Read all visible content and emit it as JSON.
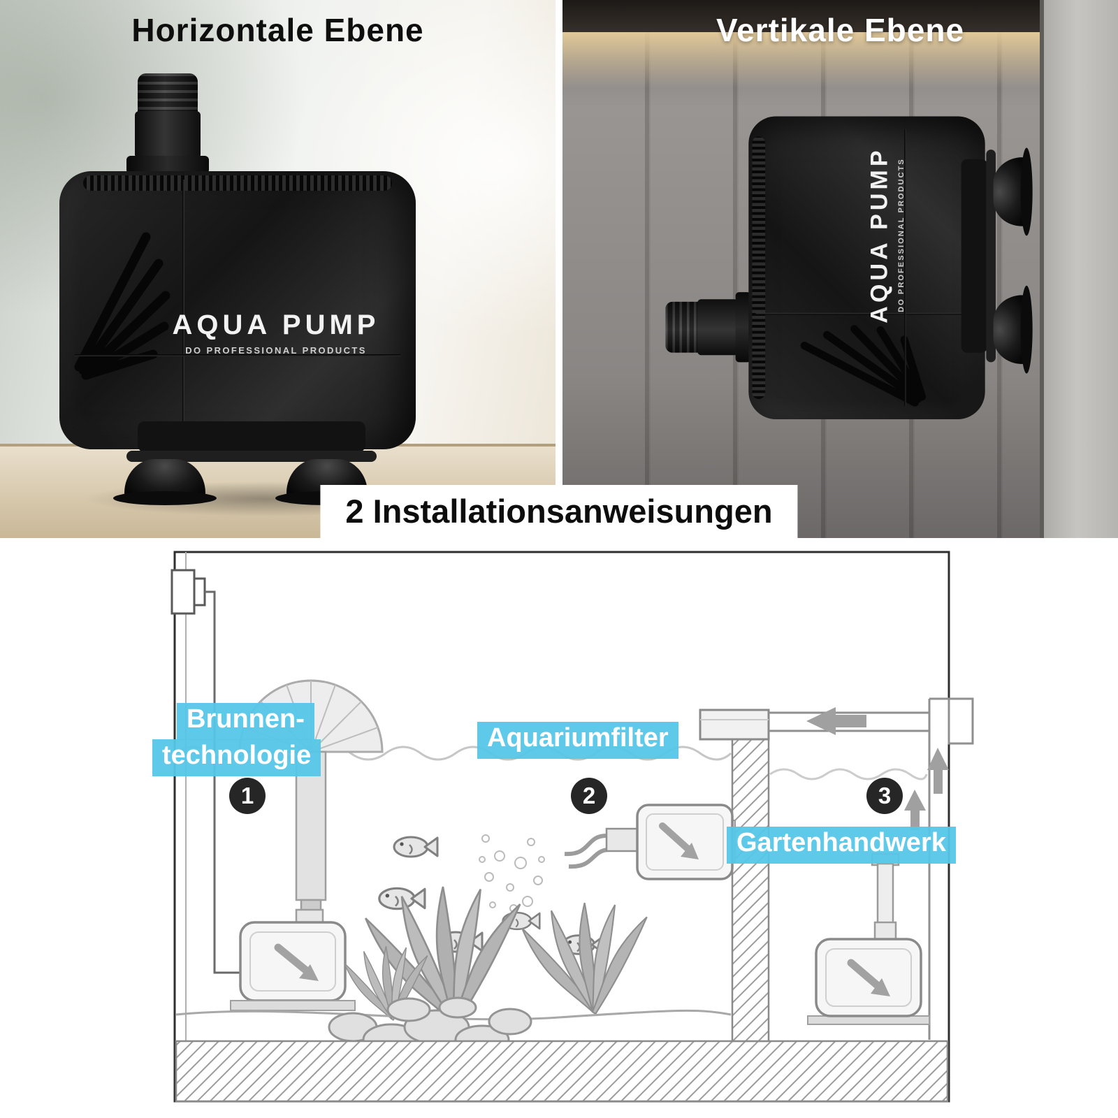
{
  "photos": {
    "left": {
      "title": "Horizontale Ebene"
    },
    "right": {
      "title": "Vertikale Ebene"
    }
  },
  "pump": {
    "brand": "AQUA PUMP",
    "tagline": "DO PROFESSIONAL PRODUCTS"
  },
  "banner": {
    "title": "2 Installationsanweisungen"
  },
  "diagram": {
    "labels": {
      "fountain_line1": "Brunnen-",
      "fountain_line2": "technologie",
      "aquarium": "Aquariumfilter",
      "garden": "Gartenhandwerk"
    },
    "markers": {
      "m1": "1",
      "m2": "2",
      "m3": "3"
    }
  },
  "colors": {
    "label_bg": "#56c6e9",
    "label_text": "#ffffff",
    "marker_bg": "#262626",
    "banner_text": "#0d0d0d"
  }
}
